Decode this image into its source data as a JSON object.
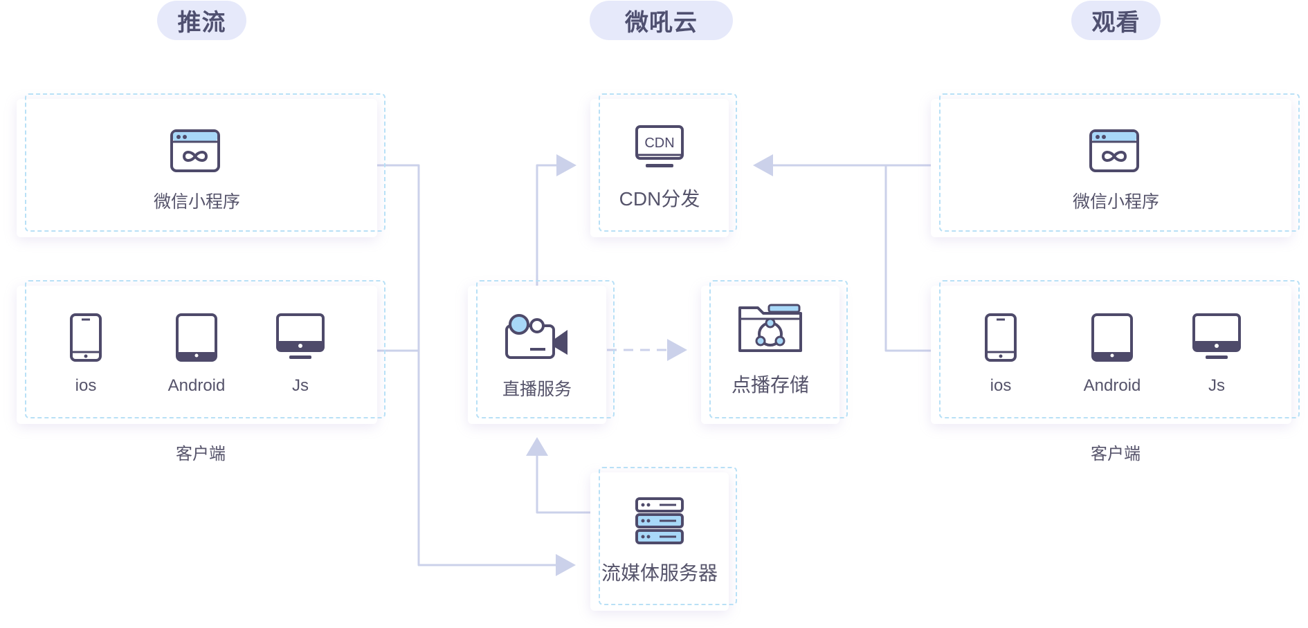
{
  "headers": {
    "push": "推流",
    "cloud": "微吼云",
    "watch": "观看"
  },
  "push": {
    "miniprogram_label": "微信小程序",
    "devices": [
      "ios",
      "Android",
      "Js"
    ],
    "caption": "客户端"
  },
  "cloud": {
    "cdn_icon_text": "CDN",
    "cdn_label": "CDN分发",
    "live_label": "直播服务",
    "vod_label": "点播存储",
    "media_label": "流媒体服务器"
  },
  "watch": {
    "miniprogram_label": "微信小程序",
    "devices": [
      "ios",
      "Android",
      "Js"
    ],
    "caption": "客户端"
  },
  "colors": {
    "icon_stroke": "#4e4a6a",
    "icon_fill": "#a8d8f8",
    "arrow": "#cbd1ea",
    "dash": "#b8e0f6",
    "pill": "#e6e9fa"
  }
}
